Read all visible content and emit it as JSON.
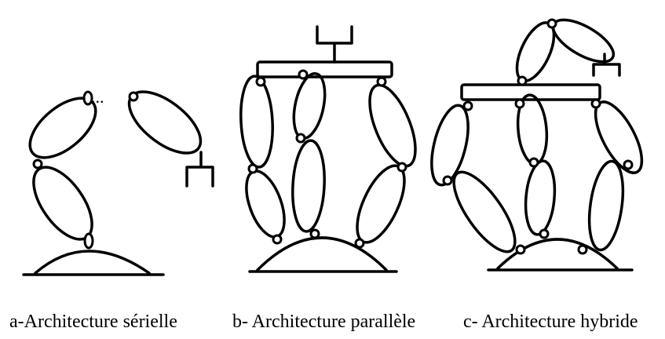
{
  "figure": {
    "captions": {
      "serial": "a-Architecture sérielle",
      "parallel": "b- Architecture parallèle",
      "hybrid": "c- Architecture hybride"
    },
    "ellipsis": "..."
  },
  "colors": {
    "stroke": "#000000",
    "background": "#ffffff"
  },
  "icons": {
    "end_effector": "gripper-icon"
  }
}
